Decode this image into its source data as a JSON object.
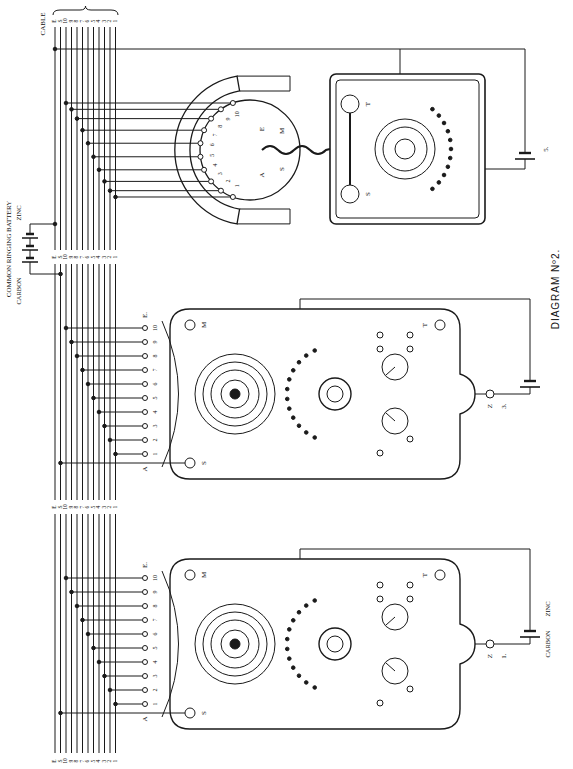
{
  "diagram": {
    "caption": "DIAGRAM Nº2.",
    "labels": [
      "CABLE",
      "COMMON RINGING BATTERY",
      "CARBON",
      "ZINC",
      "E",
      "S",
      "10",
      "9",
      "8",
      "7",
      "6",
      "5",
      "4",
      "3",
      "2",
      "1",
      "E",
      "S",
      "10",
      "9",
      "8",
      "7",
      "6",
      "5",
      "4",
      "3",
      "2",
      "1",
      "E",
      "S",
      "10",
      "9",
      "8",
      "7",
      "6",
      "5",
      "4",
      "3",
      "2",
      "1",
      "E",
      "S",
      "10",
      "9",
      "8",
      "7",
      "6",
      "5",
      "4",
      "3",
      "2",
      "1",
      "A",
      "E.",
      "1",
      "2",
      "3",
      "4",
      "5",
      "6",
      "7",
      "8",
      "9",
      "10",
      "S",
      "M",
      "T",
      "Z",
      "1.",
      "CARBON",
      "ZINC",
      "A",
      "E.",
      "1",
      "2",
      "3",
      "4",
      "5",
      "6",
      "7",
      "8",
      "9",
      "10",
      "S",
      "M",
      "T",
      "Z",
      "3.",
      "A",
      "E",
      "M",
      "S",
      "1",
      "2",
      "3",
      "4",
      "5",
      "6",
      "7",
      "8",
      "9",
      "10",
      "S",
      "T",
      "5."
    ]
  }
}
